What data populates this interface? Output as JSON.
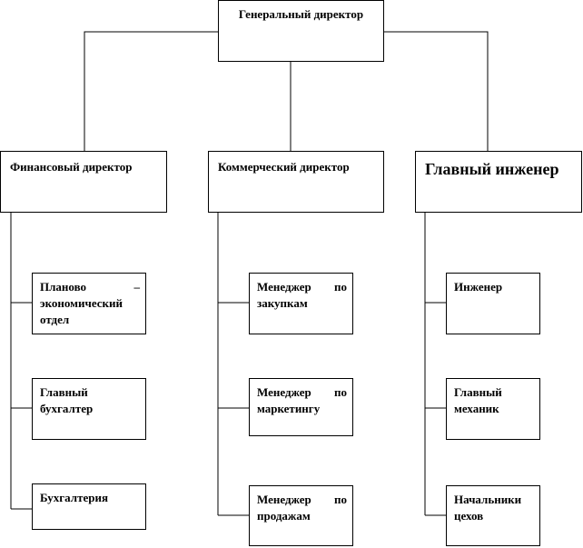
{
  "diagram": {
    "ceo": "Генеральный директор",
    "directors": [
      {
        "title": "Финансовый директор",
        "subunits": [
          "Планово – экономический отдел",
          "Главный бухгалтер",
          "Бухгалтерия"
        ]
      },
      {
        "title": "Коммерческий директор",
        "subunits": [
          "Менеджер по закупкам",
          "Менеджер по маркетингу",
          "Менеджер по продажам"
        ]
      },
      {
        "title": "Главный инженер",
        "subunits": [
          "Инженер",
          "Главный механик",
          "Начальники цехов"
        ]
      }
    ]
  },
  "colors": {
    "line": "#000000",
    "box_border": "#000000",
    "background": "#ffffff"
  }
}
